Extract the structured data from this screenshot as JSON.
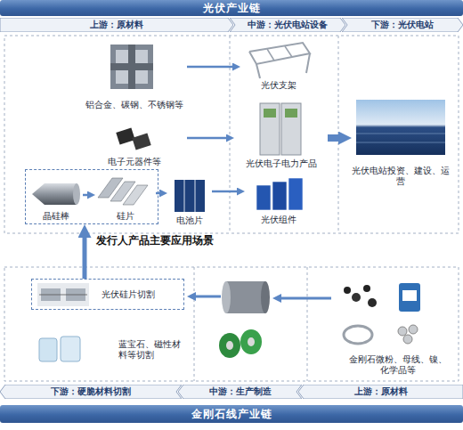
{
  "diagram": {
    "nodes": [
      {
        "text": [
          "光伏产业链"
        ]
      },
      {
        "text": [
          "上游：原材料"
        ]
      },
      {
        "text": [
          "中游：光伏电站设备"
        ]
      },
      {
        "text": [
          "下游：光伏电站"
        ]
      },
      {
        "text": [
          "铝合金、碳钢、不锈钢等"
        ]
      },
      {
        "text": [
          "电子元器件等"
        ]
      },
      {
        "text": []
      },
      {
        "text": [
          "晶硅棒"
        ],
        "in": 6
      },
      {
        "text": [
          "硅片"
        ],
        "in": 6
      },
      {
        "text": [
          "电池片"
        ]
      },
      {
        "text": [
          "光伏支架"
        ]
      },
      {
        "text": [
          "光伏电子电力产品"
        ]
      },
      {
        "text": [
          "光伏组件"
        ]
      },
      {
        "text": [
          "光伏电站投资、建设、运营"
        ]
      },
      {
        "text": [
          "光伏硅片切割"
        ]
      },
      {
        "text": [
          "蓝宝石、磁性材料等切割"
        ]
      },
      {
        "text": [
          "金刚石微粉、母线、镍、化学品等"
        ]
      },
      {
        "text": [
          "下游：硬脆材料切割"
        ]
      },
      {
        "text": [
          "中游：生产制造"
        ]
      },
      {
        "text": [
          "上游：原材料"
        ]
      },
      {
        "text": [
          "金刚石线产业链"
        ]
      }
    ],
    "edges": [
      {
        "from": 4,
        "to": 10,
        "arrow": "to"
      },
      {
        "from": 5,
        "to": 11,
        "arrow": "to"
      },
      {
        "from": 7,
        "to": 8,
        "arrow": "to"
      },
      {
        "from": 8,
        "to": 9,
        "arrow": "to"
      },
      {
        "from": 9,
        "to": 12,
        "arrow": "to"
      },
      {
        "from": 11,
        "to": 13,
        "arrow": "to"
      },
      {
        "from": 14,
        "to": 6,
        "arrow": "to",
        "label": "发行人产品主要应用场景"
      }
    ]
  }
}
